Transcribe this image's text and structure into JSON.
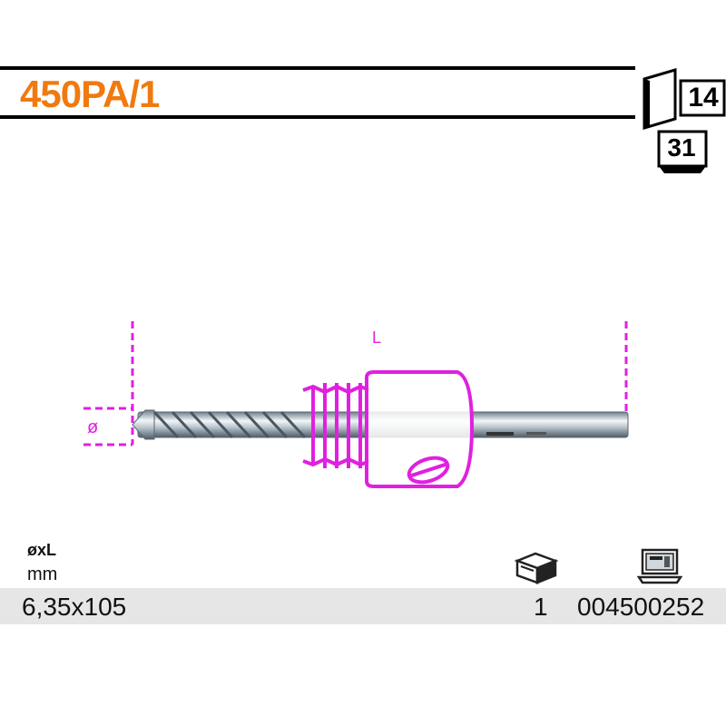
{
  "product": {
    "code": "450PA/1",
    "catalog_page": "14",
    "catalog_section": "31",
    "accent_color": "#f07a10",
    "dimension_color": "#e020e0"
  },
  "drawing": {
    "length_label": "L",
    "diameter_label": "ø"
  },
  "table": {
    "header_size": "øxL",
    "header_unit": "mm",
    "pack_icon": "package-icon",
    "code_icon": "computer-icon",
    "rows": [
      {
        "size": "6,35x105",
        "quantity": "1",
        "article_code": "004500252"
      }
    ]
  }
}
